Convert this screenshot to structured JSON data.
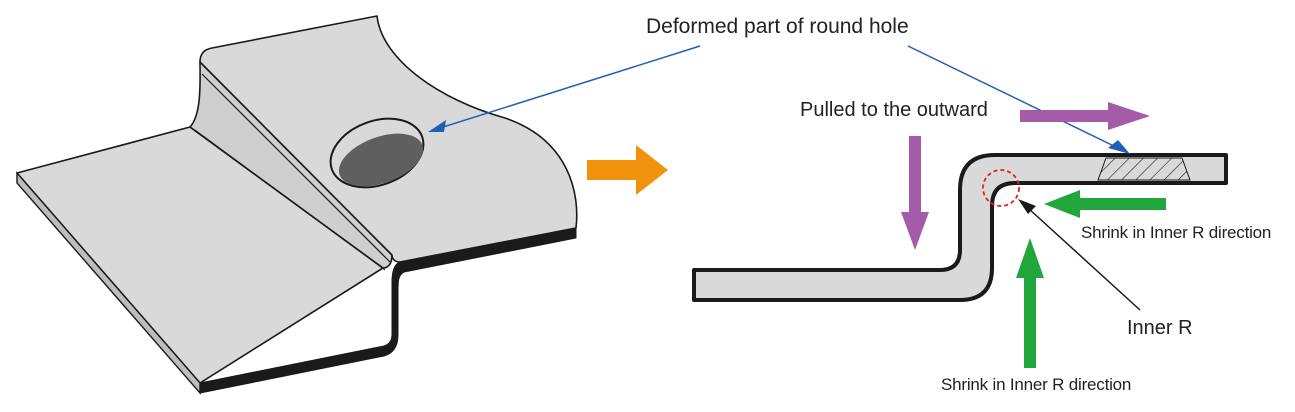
{
  "labels": {
    "deformed_part": "Deformed part of round hole",
    "pulled_outward": "Pulled to the outward",
    "shrink_right": "Shrink in Inner R direction",
    "inner_r": "Inner R",
    "shrink_bottom": "Shrink in Inner R direction"
  },
  "colors": {
    "plate_fill": "#d9d9d9",
    "outline": "#1a1a1a",
    "hole_fill": "#5f5f5f",
    "leader_blue": "#1f5fb4",
    "pull_purple": "#a55ca8",
    "shrink_green": "#22a63c",
    "process_orange": "#f0920c",
    "inner_r_circle": "#e02020"
  }
}
